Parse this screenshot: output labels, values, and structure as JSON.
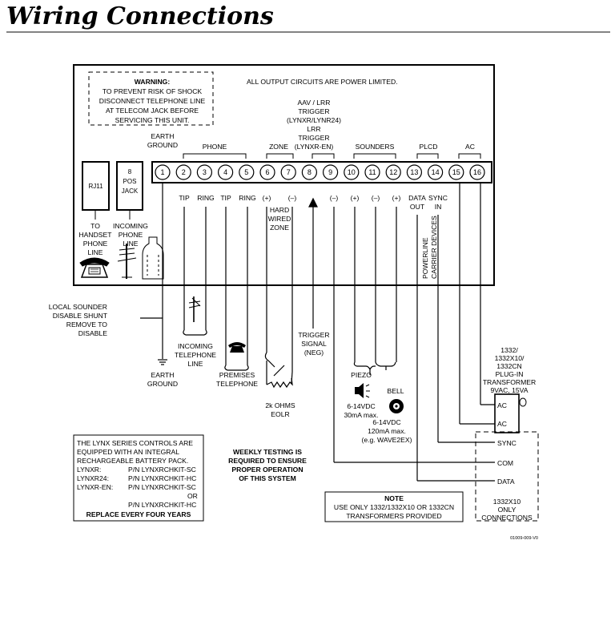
{
  "title": "Wiring Connections",
  "warning": {
    "heading": "WARNING:",
    "lines": [
      "TO PREVENT RISK OF SHOCK",
      "DISCONNECT TELEPHONE LINE",
      "AT TELECOM JACK BEFORE",
      "SERVICING THIS UNIT."
    ]
  },
  "power_notice": "ALL OUTPUT CIRCUITS ARE POWER LIMITED.",
  "trigger_header": [
    "AAV / LRR",
    "TRIGGER",
    "(LYNXR/LYNR24)",
    "LRR",
    "TRIGGER",
    "(LYNXR-EN)"
  ],
  "groups": {
    "earth_ground": [
      "EARTH",
      "GROUND"
    ],
    "phone": "PHONE",
    "zone": "ZONE",
    "sounders": "SOUNDERS",
    "plcd": "PLCD",
    "ac": "AC"
  },
  "jacks": {
    "rj11": "RJ11",
    "pos_jack": [
      "8",
      "POS",
      "JACK"
    ],
    "to_handset": [
      "TO",
      "HANDSET",
      "PHONE",
      "LINE"
    ],
    "incoming_phone": [
      "INCOMING",
      "PHONE",
      "LINE"
    ]
  },
  "terminals": [
    "1",
    "2",
    "3",
    "4",
    "5",
    "6",
    "7",
    "8",
    "9",
    "10",
    "11",
    "12",
    "13",
    "14",
    "15",
    "16"
  ],
  "terminal_labels": {
    "t2": "TIP",
    "t3": "RING",
    "t4": "TIP",
    "t5": "RING",
    "t6": "(+)",
    "t7": "(–)",
    "t9": "(–)",
    "t10": "(+)",
    "t11": "(–)",
    "t12": "(+)",
    "t13": [
      "DATA",
      "OUT"
    ],
    "t14": [
      "SYNC",
      "IN"
    ]
  },
  "hard_wired_zone": [
    "HARD",
    "WIRED",
    "ZONE"
  ],
  "powerline": [
    "POWERLINE",
    "CARRIER DEVICES"
  ],
  "local_sounder": [
    "LOCAL SOUNDER",
    "DISABLE SHUNT",
    "REMOVE TO",
    "DISABLE"
  ],
  "incoming_telephone": [
    "INCOMING",
    "TELEPHONE",
    "LINE"
  ],
  "earth_ground_bottom": [
    "EARTH",
    "GROUND"
  ],
  "premises_telephone": [
    "PREMISES",
    "TELEPHONE"
  ],
  "eolr": [
    "2k OHMS",
    "EOLR"
  ],
  "trigger_signal": [
    "TRIGGER",
    "SIGNAL",
    "(NEG)"
  ],
  "piezo": {
    "name": "PIEZO",
    "spec": [
      "6-14VDC",
      "30mA max."
    ]
  },
  "bell": {
    "name": "BELL",
    "spec": [
      "6-14VDC",
      "120mA max.",
      "(e.g. WAVE2EX)"
    ]
  },
  "transformer": [
    "1332/",
    "1332X10/",
    "1332CN",
    "PLUG-IN",
    "TRANSFORMER",
    "9VAC, 15VA"
  ],
  "transformer_pins": [
    "AC",
    "AC",
    "SYNC",
    "COM",
    "DATA"
  ],
  "x10_only": [
    "1332X10",
    "ONLY",
    "CONNECTIONS"
  ],
  "battery": {
    "lines": [
      "THE LYNX SERIES CONTROLS ARE",
      "EQUIPPED WITH AN INTEGRAL",
      "RECHARGEABLE BATTERY PACK."
    ],
    "models": [
      {
        "model": "LYNXR:",
        "part": "P/N LYNXRCHKIT-SC"
      },
      {
        "model": "LYNXR24:",
        "part": "P/N LYNXRCHKIT-HC"
      },
      {
        "model": "LYNXR-EN:",
        "part": "P/N LYNXRCHKIT-SC"
      }
    ],
    "or": "OR",
    "alt_part": "P/N LYNXRCHKIT-HC",
    "replace": "REPLACE EVERY FOUR YEARS"
  },
  "weekly_testing": [
    "WEEKLY TESTING IS",
    "REQUIRED TO ENSURE",
    "PROPER OPERATION",
    "OF THIS SYSTEM"
  ],
  "note": {
    "heading": "NOTE",
    "lines": [
      "USE ONLY 1332/1332X10 OR 1332CN",
      "TRANSFORMERS PROVIDED"
    ]
  },
  "figure_id": "01009-009-V0",
  "colors": {
    "ink": "#000000",
    "rule": "#5a5a5a",
    "background": "#ffffff"
  }
}
